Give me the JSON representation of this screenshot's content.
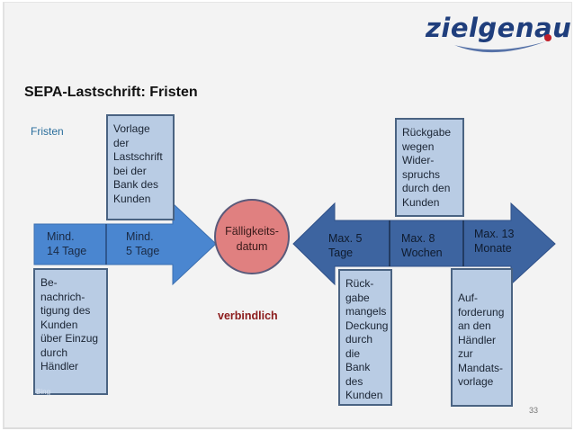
{
  "logo": {
    "text": "zielgenau",
    "dot_color": "#c0202a",
    "text_color": "#1f3e7c"
  },
  "title": "SEPA-Lastschrift: Fristen",
  "subtitle": "Fristen",
  "left_arrow": {
    "color": "#4a86d0",
    "segments": [
      {
        "label": "Mind.\n14 Tage"
      },
      {
        "label": "Mind.\n5 Tage"
      }
    ]
  },
  "center": {
    "label": "Fälligkeits-\ndatum",
    "color": "#e08080",
    "note": "verbindlich"
  },
  "right_arrow": {
    "color": "#3d64a0",
    "segments": [
      {
        "label": "Max. 5\nTage"
      },
      {
        "label": "Max. 8\nWochen"
      },
      {
        "label": "Max. 13\nMonate"
      }
    ]
  },
  "boxes": {
    "vorlage": "Vorlage\nder\nLastschrift\nbei der\nBank des\nKunden",
    "benachrichtigung": "Be-\nnachrich-\ntigung des\nKunden\nüber Einzug\ndurch\nHändler",
    "rueckgabe_widerspruch": "Rückgabe\nwegen\nWider-\nspruchs\ndurch den\nKunden",
    "rueckgabe_deckung": "Rück-\ngabe\nmangels\nDeckung\ndurch\ndie Bank\ndes\nKunden",
    "aufforderung": "Auf-\nforderung\nan den\nHändler\nzur\nMandats-\nvorlage"
  },
  "page_number": "33",
  "watermark": "Bing"
}
